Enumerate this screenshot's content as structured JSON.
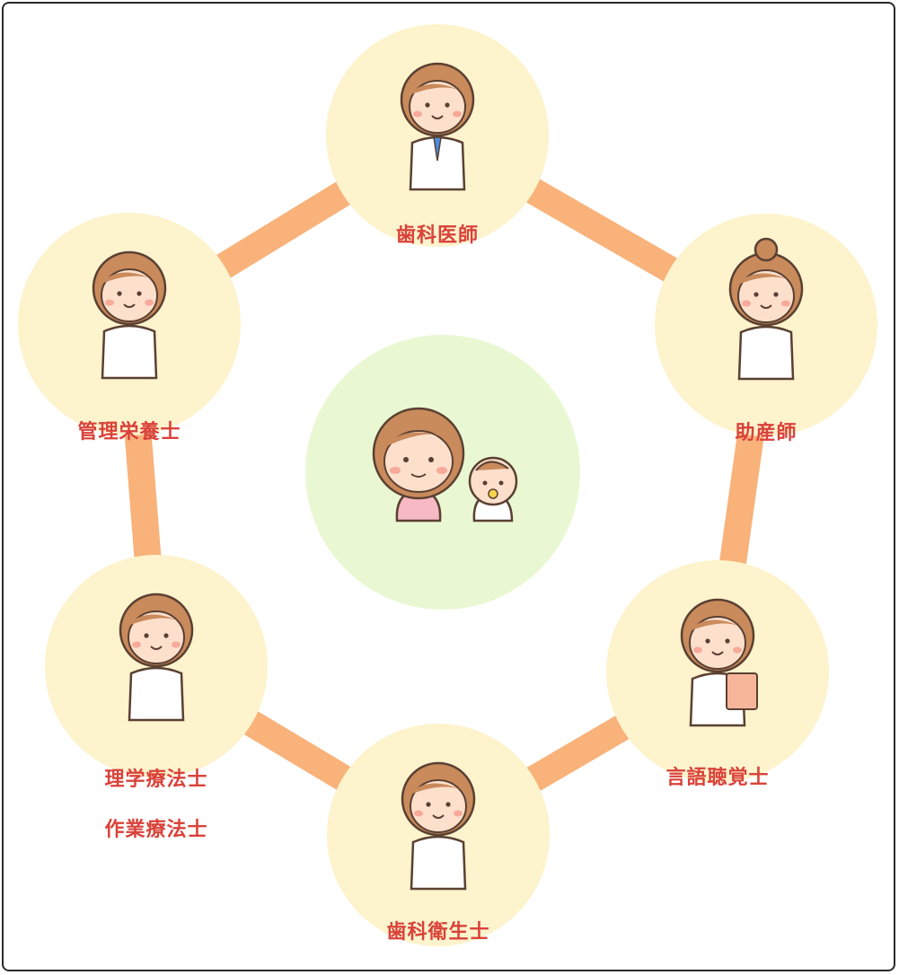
{
  "center": {
    "name": "mother-and-baby",
    "fill": "#e9f8d2"
  },
  "colors": {
    "ring": "#f8b27a",
    "node_fill": "#fdf3cc",
    "label": "#d9423a",
    "skin": "#fde0cc",
    "hair": "#c98a5c",
    "outline": "#5a4032",
    "uniform": "#ffffff",
    "pink_top": "#f7b9c4"
  },
  "nodes": [
    {
      "id": "dentist",
      "label_lines": [
        "歯科医師"
      ]
    },
    {
      "id": "midwife",
      "label_lines": [
        "助産師"
      ]
    },
    {
      "id": "speech-therapist",
      "label_lines": [
        "言語聴覚士"
      ]
    },
    {
      "id": "dental-hygienist",
      "label_lines": [
        "歯科衛生士"
      ]
    },
    {
      "id": "pt-ot",
      "label_lines": [
        "理学療法士",
        "作業療法士"
      ]
    },
    {
      "id": "dietitian",
      "label_lines": [
        "管理栄養士"
      ]
    }
  ]
}
